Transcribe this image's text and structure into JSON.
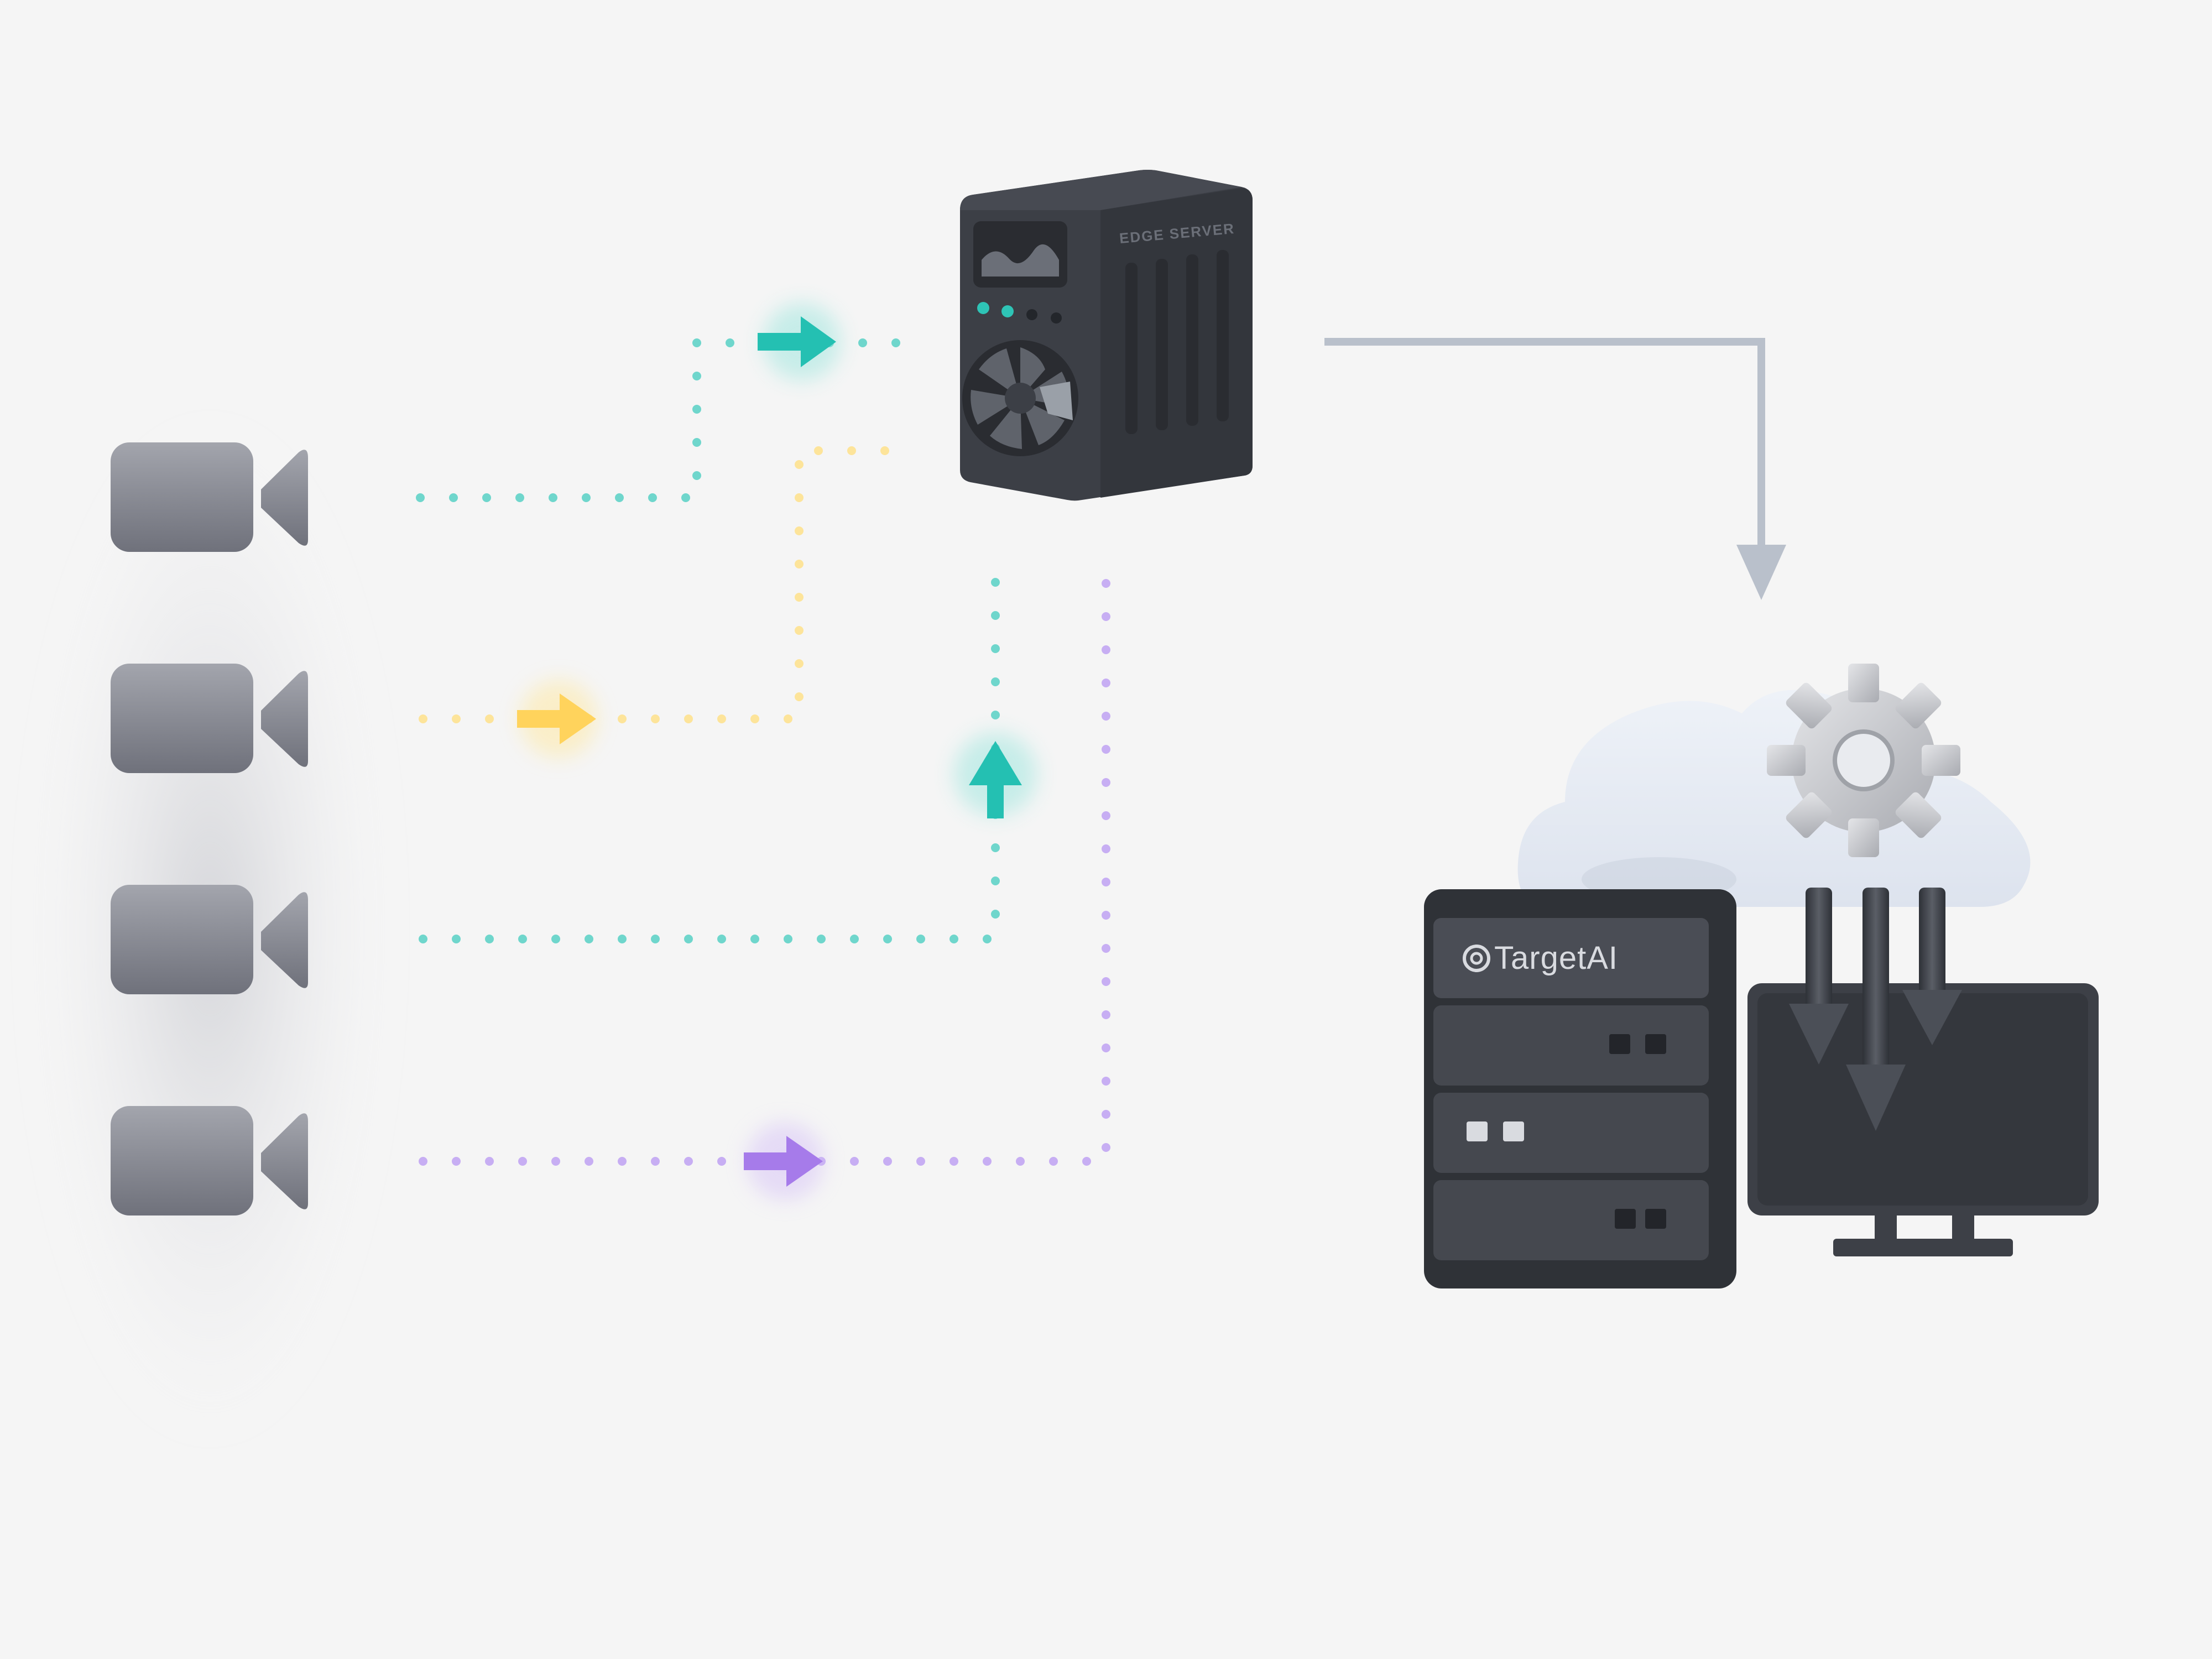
{
  "edge_server": {
    "label": "EDGE SERVER"
  },
  "target_server": {
    "brand": "TargetAI"
  },
  "colors": {
    "background": "#f5f5f5",
    "camera": "#8e9099",
    "teal": "#2ec4b6",
    "yellow": "#ffd666",
    "purple": "#a77ee8",
    "connector": "#b7bec9",
    "device_dark": "#3b3e45",
    "cloud": "#e6ebf3",
    "gear": "#c9cbd0"
  },
  "cameras": [
    {
      "name": "camera-1",
      "stream_color": "teal"
    },
    {
      "name": "camera-2",
      "stream_color": "yellow"
    },
    {
      "name": "camera-3",
      "stream_color": "teal"
    },
    {
      "name": "camera-4",
      "stream_color": "purple"
    }
  ],
  "icons": {
    "camera": "video-camera-icon",
    "arrow": "arrow-icon",
    "gear": "gear-icon",
    "cloud": "cloud-icon",
    "monitor": "monitor-icon",
    "server": "server-rack-icon",
    "fan": "fan-icon",
    "chart": "chart-icon",
    "logo": "target-logo-icon"
  }
}
